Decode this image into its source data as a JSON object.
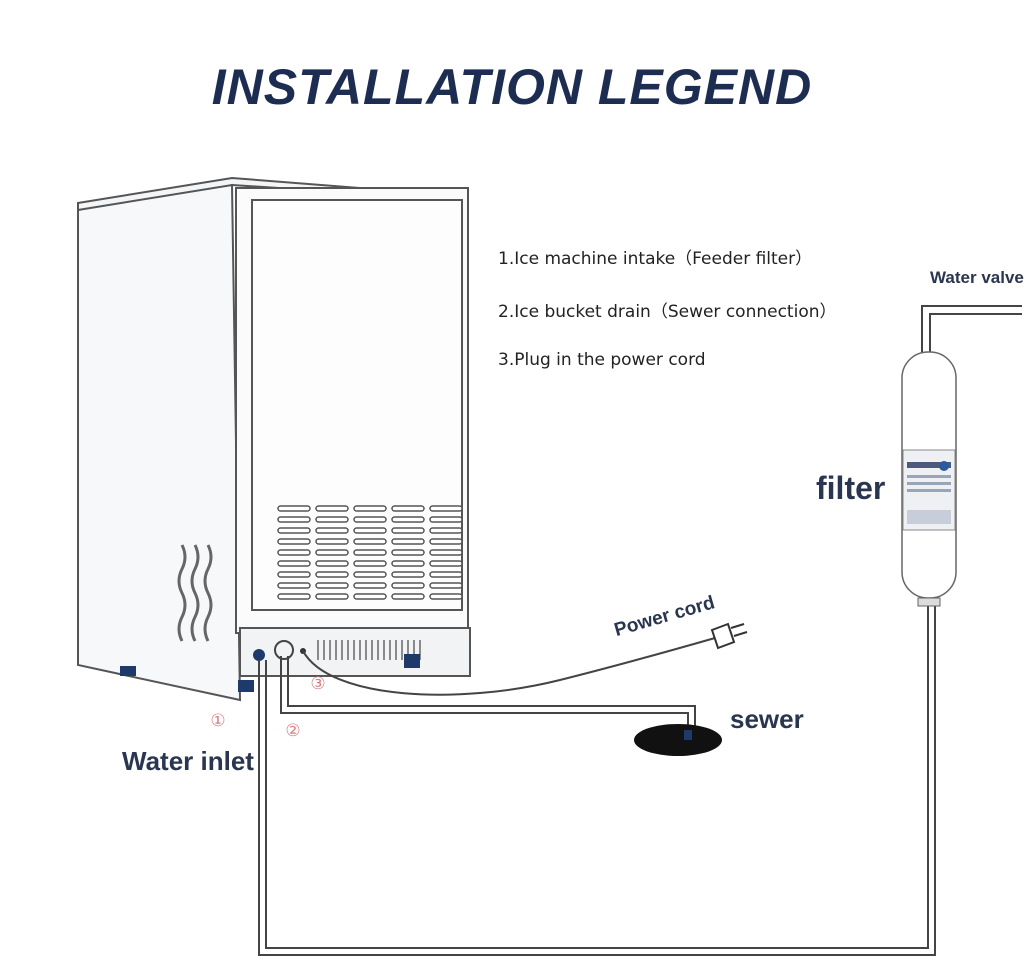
{
  "title": "INSTALLATION LEGEND",
  "legend": [
    "1.Ice machine intake（Feeder filter）",
    "2.Ice bucket drain（Sewer connection）",
    "3.Plug in the power cord"
  ],
  "labels": {
    "water_valve": "Water valve",
    "filter": "filter",
    "power_cord": "Power cord",
    "sewer": "sewer",
    "water_inlet": "Water inlet"
  },
  "markers": [
    "①",
    "②",
    "③"
  ],
  "colors": {
    "title": "#1d2d52",
    "label": "#2a3550",
    "marker": "#d98080",
    "line": "#444444"
  }
}
